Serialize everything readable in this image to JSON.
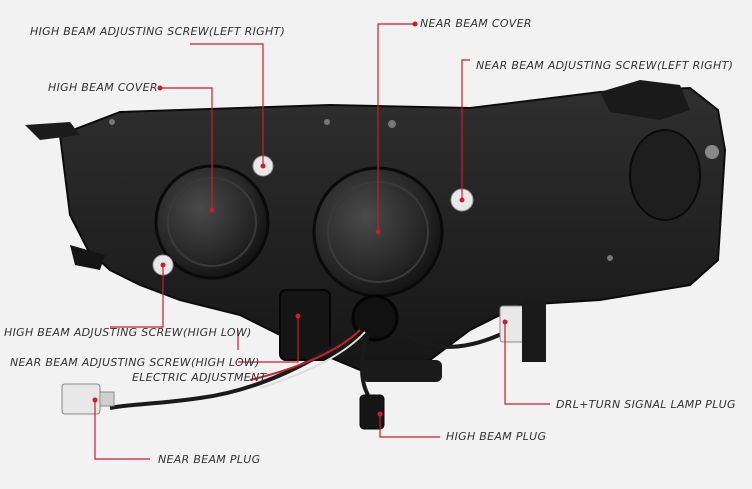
{
  "colors": {
    "background": "#f2f2f2",
    "housing": "#262626",
    "housing_dark": "#121212",
    "leader_line": "#d11a2a",
    "label_text": "#333333",
    "connector_white": "#e8e8e8",
    "wire_red": "#c8202a"
  },
  "labels": {
    "high_beam_adjusting_screw_lr": "HIGH BEAM ADJUSTING SCREW(LEFT RIGHT)",
    "near_beam_cover": "NEAR BEAM COVER",
    "near_beam_adjusting_screw_lr": "NEAR BEAM ADJUSTING SCREW(LEFT RIGHT)",
    "high_beam_cover": "HIGH BEAM COVER",
    "high_beam_adjusting_screw_hl": "HIGH BEAM ADJUSTING SCREW(HIGH LOW)",
    "near_beam_adjusting_screw_hl": "NEAR BEAM ADJUSTING SCREW(HIGH LOW)",
    "electric_adjustment": "ELECTRIC ADJUSTMENT",
    "drl_turn_signal_plug": "DRL+TURN SIGNAL LAMP PLUG",
    "high_beam_plug": "HIGH BEAM PLUG",
    "near_beam_plug": "NEAR BEAM PLUG"
  }
}
